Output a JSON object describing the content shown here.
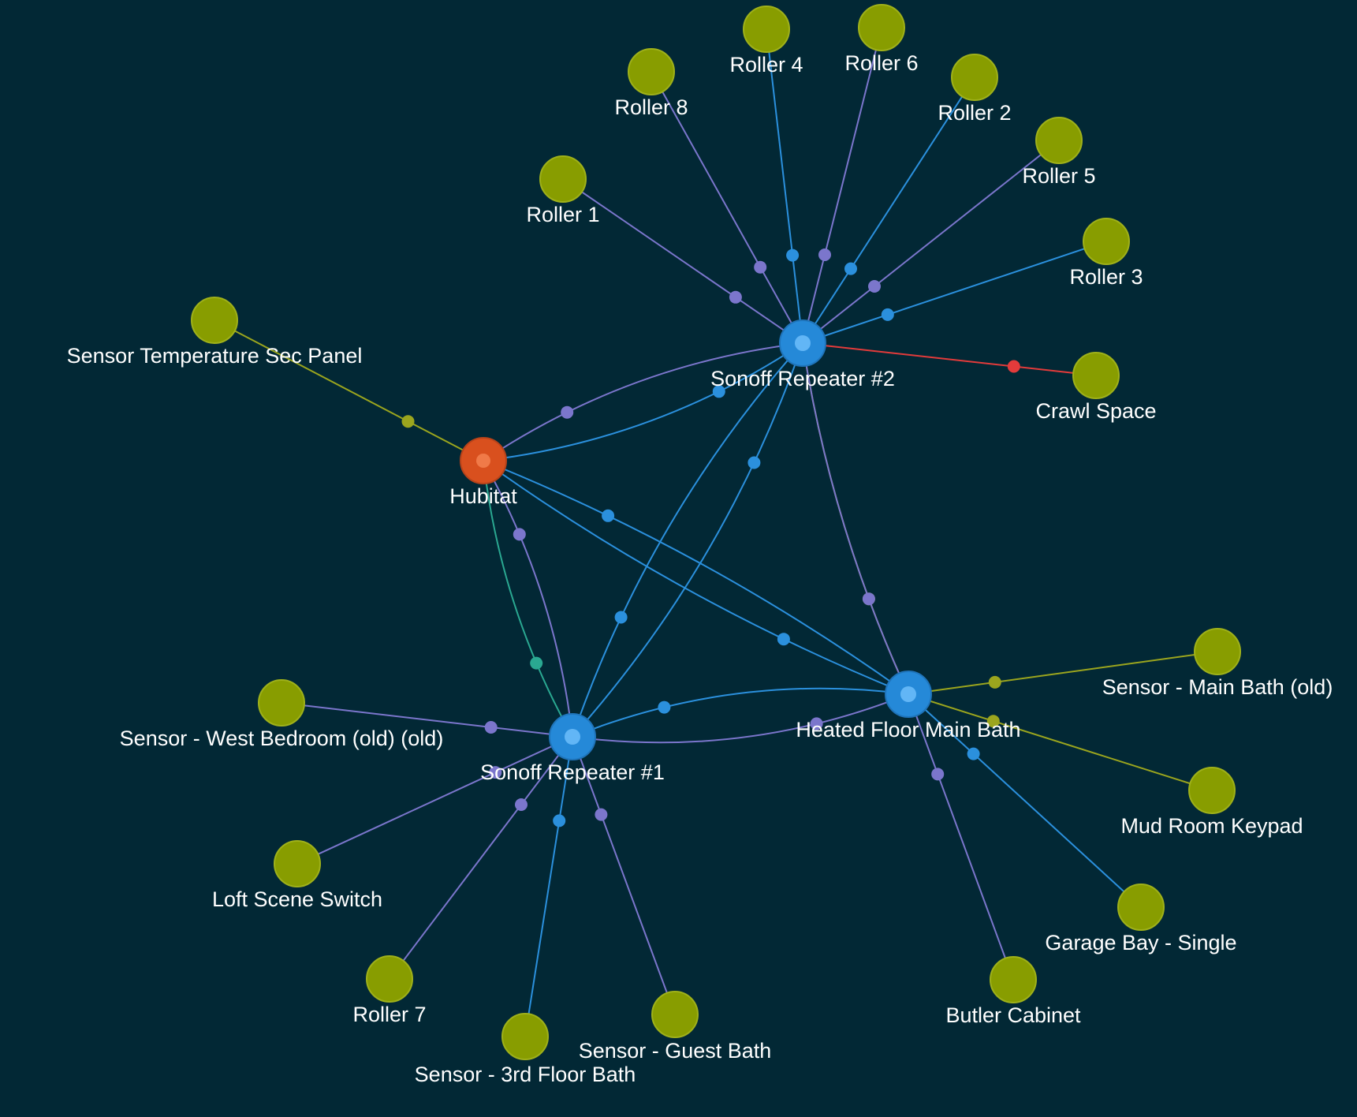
{
  "colors": {
    "background": "#022835",
    "hub": "#d9501e",
    "hub_inner": "#f07a48",
    "repeater": "#2589d8",
    "repeater_inner": "#62b6f6",
    "device": "#889d00",
    "device_stroke": "#9fb11a",
    "link_blue": "#2b90dd",
    "link_purple": "#7b76cc",
    "link_olive": "#9ba51e",
    "link_teal": "#2aa891",
    "link_red": "#e23b3b"
  },
  "nodes": [
    {
      "id": "hubitat",
      "label": "Hubitat",
      "kind": "hub"
    },
    {
      "id": "rep2",
      "label": "Sonoff Repeater #2",
      "kind": "repeater"
    },
    {
      "id": "rep1",
      "label": "Sonoff Repeater #1",
      "kind": "repeater"
    },
    {
      "id": "hfmb",
      "label": "Heated Floor Main Bath",
      "kind": "repeater"
    },
    {
      "id": "roller4",
      "label": "Roller 4",
      "kind": "device"
    },
    {
      "id": "roller6",
      "label": "Roller 6",
      "kind": "device"
    },
    {
      "id": "roller8",
      "label": "Roller 8",
      "kind": "device"
    },
    {
      "id": "roller2",
      "label": "Roller 2",
      "kind": "device"
    },
    {
      "id": "roller5",
      "label": "Roller 5",
      "kind": "device"
    },
    {
      "id": "roller1",
      "label": "Roller 1",
      "kind": "device"
    },
    {
      "id": "roller3",
      "label": "Roller 3",
      "kind": "device"
    },
    {
      "id": "crawl",
      "label": "Crawl Space",
      "kind": "device"
    },
    {
      "id": "sensortemp",
      "label": "Sensor Temperature Sec Panel",
      "kind": "device"
    },
    {
      "id": "sensormain",
      "label": "Sensor - Main Bath (old)",
      "kind": "device"
    },
    {
      "id": "sensorwest",
      "label": "Sensor - West Bedroom (old) (old)",
      "kind": "device"
    },
    {
      "id": "mudroom",
      "label": "Mud Room Keypad",
      "kind": "device"
    },
    {
      "id": "loft",
      "label": "Loft Scene Switch",
      "kind": "device"
    },
    {
      "id": "garage",
      "label": "Garage Bay - Single",
      "kind": "device"
    },
    {
      "id": "roller7",
      "label": "Roller 7",
      "kind": "device"
    },
    {
      "id": "butler",
      "label": "Butler Cabinet",
      "kind": "device"
    },
    {
      "id": "guestbath",
      "label": "Sensor - Guest Bath",
      "kind": "device"
    },
    {
      "id": "floor3",
      "label": "Sensor - 3rd Floor Bath",
      "kind": "device"
    }
  ],
  "edges": [
    {
      "from": "roller4",
      "to": "rep2",
      "color": "link_blue"
    },
    {
      "from": "roller6",
      "to": "rep2",
      "color": "link_purple"
    },
    {
      "from": "roller8",
      "to": "rep2",
      "color": "link_purple"
    },
    {
      "from": "roller2",
      "to": "rep2",
      "color": "link_blue"
    },
    {
      "from": "roller5",
      "to": "rep2",
      "color": "link_purple"
    },
    {
      "from": "roller1",
      "to": "rep2",
      "color": "link_purple"
    },
    {
      "from": "roller3",
      "to": "rep2",
      "color": "link_blue"
    },
    {
      "from": "rep2",
      "to": "crawl",
      "color": "link_red"
    },
    {
      "from": "sensortemp",
      "to": "hubitat",
      "color": "link_olive"
    },
    {
      "from": "hubitat",
      "to": "rep2",
      "color": "link_blue"
    },
    {
      "from": "rep2",
      "to": "hubitat",
      "color": "link_purple"
    },
    {
      "from": "hubitat",
      "to": "hfmb",
      "color": "link_blue"
    },
    {
      "from": "hubitat",
      "to": "rep1",
      "color": "link_teal"
    },
    {
      "from": "rep1",
      "to": "hubitat",
      "color": "link_purple"
    },
    {
      "from": "hfmb",
      "to": "hubitat",
      "color": "link_blue"
    },
    {
      "from": "rep1",
      "to": "rep2",
      "color": "link_blue"
    },
    {
      "from": "rep2",
      "to": "rep1",
      "color": "link_blue"
    },
    {
      "from": "rep2",
      "to": "hfmb",
      "color": "link_olive"
    },
    {
      "from": "rep2",
      "to": "hfmb",
      "color": "link_purple"
    },
    {
      "from": "rep1",
      "to": "hfmb",
      "color": "link_purple"
    },
    {
      "from": "hfmb",
      "to": "rep1",
      "color": "link_blue"
    },
    {
      "from": "sensormain",
      "to": "hfmb",
      "color": "link_olive"
    },
    {
      "from": "mudroom",
      "to": "hfmb",
      "color": "link_olive"
    },
    {
      "from": "garage",
      "to": "hfmb",
      "color": "link_blue"
    },
    {
      "from": "butler",
      "to": "hfmb",
      "color": "link_purple"
    },
    {
      "from": "sensorwest",
      "to": "rep1",
      "color": "link_purple"
    },
    {
      "from": "loft",
      "to": "rep1",
      "color": "link_purple"
    },
    {
      "from": "roller7",
      "to": "rep1",
      "color": "link_purple"
    },
    {
      "from": "floor3",
      "to": "rep1",
      "color": "link_blue"
    },
    {
      "from": "guestbath",
      "to": "rep1",
      "color": "link_purple"
    }
  ]
}
